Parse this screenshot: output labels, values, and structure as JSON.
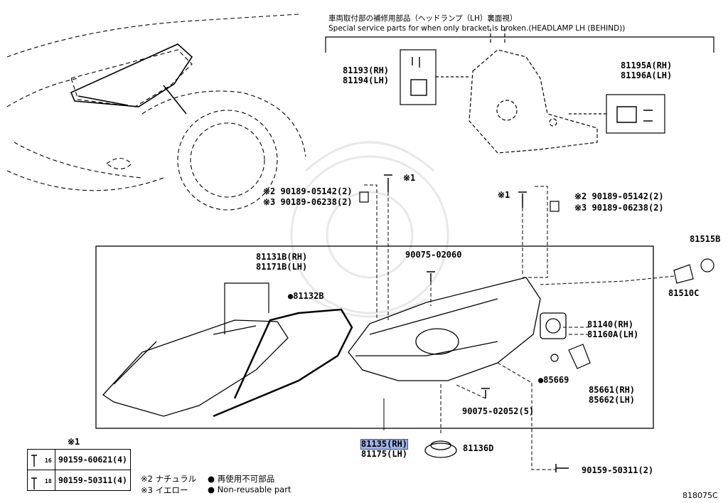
{
  "header": {
    "line1": "車両取付部の補修用部品（ヘッドランプ（LH）裏面視）",
    "line2": "Special service parts for when only bracket is broken.(HEADLAMP LH (BEHIND))"
  },
  "parts": {
    "p81193": "81193(RH)",
    "p81194": "81194(LH)",
    "p81195A": "81195A(RH)",
    "p81196A": "81196A(LH)",
    "p81131B": "81131B(RH)",
    "p81171B": "81171B(LH)",
    "p81132B": "●81132B",
    "p90075_02060": "90075-02060",
    "p81515B": "81515B",
    "p81510C": "81510C",
    "p81140": "81140(RH)",
    "p81160A": "81160A(LH)",
    "p85669": "●85669",
    "p85661": "85661(RH)",
    "p85662": "85662(LH)",
    "p90075_02052": "90075-02052(5)",
    "p81135": "81135(RH)",
    "p81175": "81175(LH)",
    "p81136D": "81136D",
    "p90159_50311_2": "90159-50311(2)",
    "left_clip_a": "※2 90189-05142(2)",
    "left_clip_b": "※3 90189-06238(2)",
    "right_clip_a": "※2 90189-05142(2)",
    "right_clip_b": "※3 90189-06238(2)",
    "bolt_left": "※1",
    "bolt_right": "※1"
  },
  "kit": {
    "title": "※1",
    "rows": [
      {
        "size": "16",
        "part": "90159-60621(4)"
      },
      {
        "size": "18",
        "part": "90159-50311(4)"
      }
    ]
  },
  "legend": {
    "natural": "※2 ナチュラル",
    "yellow": "※3 イエロー",
    "nonreuse_jp": "● 再使用不可部品",
    "nonreuse_en": "● Non-reusable part"
  },
  "figure_id": "818075C"
}
